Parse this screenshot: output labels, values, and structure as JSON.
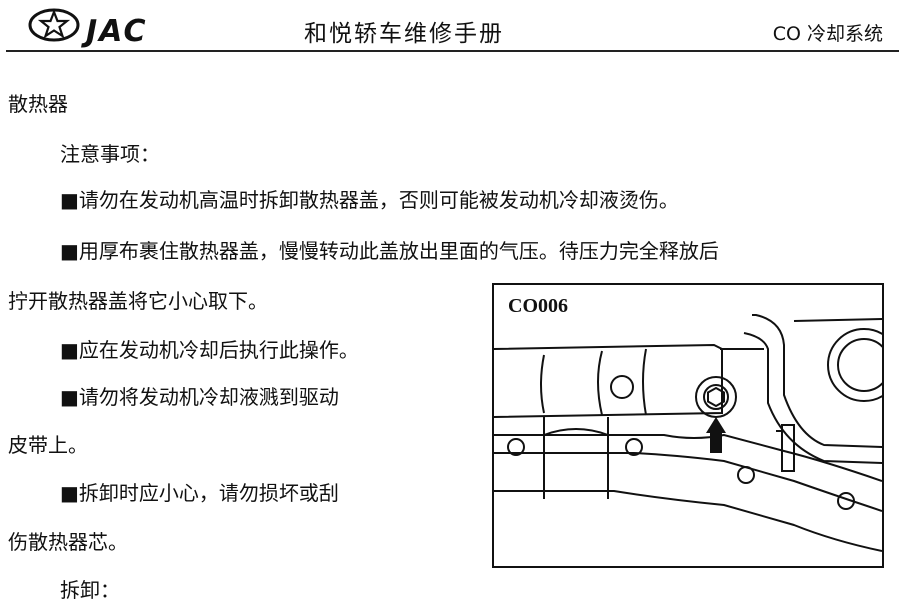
{
  "header": {
    "brand": "JAC",
    "title": "和悦轿车维修手册",
    "section": "CO 冷却系统"
  },
  "body": {
    "heading": "散热器",
    "cautions_title": "注意事项：",
    "items": [
      "■请勿在发动机高温时拆卸散热器盖，否则可能被发动机冷却液烫伤。",
      "■用厚布裹住散热器盖，慢慢转动此盖放出里面的气压。待压力完全释放后",
      "拧开散热器盖将它小心取下。",
      "■应在发动机冷却后执行此操作。",
      "■请勿将发动机冷却液溅到驱动",
      "皮带上。",
      "■拆卸时应小心，请勿损坏或刮",
      "伤散热器芯。"
    ],
    "removal_title": "拆卸："
  },
  "figure": {
    "label": "CO006"
  }
}
